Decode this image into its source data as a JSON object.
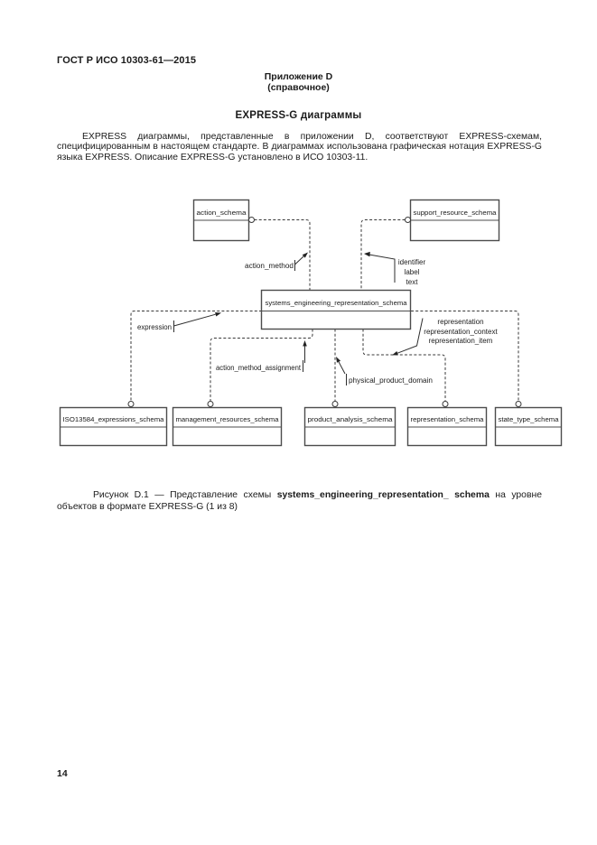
{
  "page": {
    "header": "ГОСТ Р ИСО 10303-61—2015",
    "annex_title": "Приложение D",
    "annex_subtitle": "(справочное)",
    "section_title": "EXPRESS-G диаграммы",
    "paragraph": "EXPRESS диаграммы, представленные в приложении D, соответствуют EXPRESS-схемам, специфицированным в настоящем стандарте. В диаграммах использована графическая нотация EXPRESS-G языка EXPRESS. Описание EXPRESS-G установлено в ИСО 10303-11.",
    "caption": {
      "prefix": "Рисунок D.1 — Представление схемы ",
      "bold": "systems_engineering_representation_ schema",
      "suffix": " на уровне объектов в формате EXPRESS-G (1 из 8)"
    },
    "page_number": "14"
  },
  "diagram": {
    "boxes": {
      "action": "action_schema",
      "support": "support_resource_schema",
      "central": "systems_engineering_representation_schema",
      "iso": "ISO13584_expressions_schema",
      "management": "management_resources_schema",
      "product": "product_analysis_schema",
      "representation": "representation_schema",
      "state": "state_type_schema"
    },
    "labels": {
      "action_method": "action_method",
      "identifier": "identifier",
      "label": "label",
      "text": "text",
      "expression": "expression",
      "action_method_assignment": "action_method_assignment",
      "physical_product_domain": "physical_product_domain",
      "representation": "representation",
      "representation_context": "representation_context",
      "representation_item": "representation_item"
    }
  }
}
